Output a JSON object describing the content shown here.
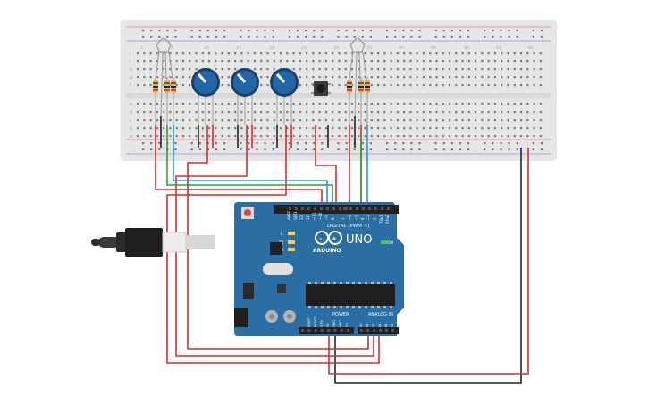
{
  "board": {
    "logo_text": "ARDUINO",
    "model": "UNO",
    "digital_header_label": "DIGITAL (PWM ~)",
    "power_label": "POWER",
    "analog_label": "ANALOG IN",
    "led_labels": [
      "L",
      "TX",
      "RX",
      "ON"
    ],
    "digital_pins": [
      "AREF",
      "GND",
      "13",
      "12",
      "~11",
      "~10",
      "~9",
      "8",
      "7",
      "~6",
      "~5",
      "4",
      "~3",
      "2",
      "TX▸1",
      "RX◂0"
    ],
    "power_pins": [
      "IOREF",
      "RESET",
      "3.3V",
      "5V",
      "GND",
      "GND",
      "Vin"
    ],
    "analog_pins": [
      "A0",
      "A1",
      "A2",
      "A3",
      "A4",
      "A5"
    ]
  },
  "breadboard": {
    "row_letters_top": [
      "j",
      "i",
      "h",
      "g",
      "f"
    ],
    "row_letters_bottom": [
      "e",
      "d",
      "c",
      "b",
      "a"
    ],
    "column_numbers": [
      "1",
      "5",
      "10",
      "15",
      "20",
      "25",
      "30",
      "35",
      "40",
      "45",
      "50",
      "55",
      "60"
    ]
  },
  "colors": {
    "board_blue": "#2b6ea3",
    "breadboard": "#e6e6e6",
    "wire_red": "#d32f2f",
    "wire_green": "#2e9e3a",
    "wire_blue": "#2d95c9",
    "wire_black": "#222222",
    "pot_knob": "#2266aa"
  }
}
